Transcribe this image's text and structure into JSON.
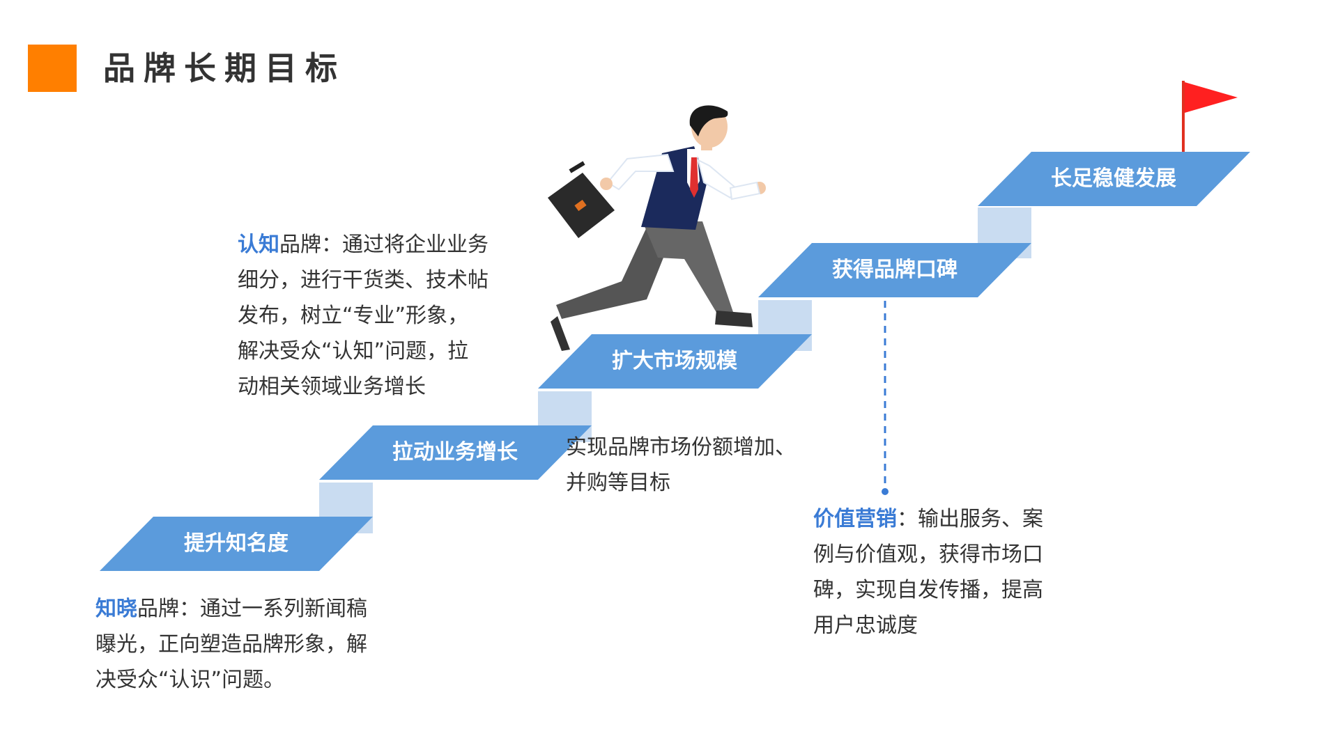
{
  "title": "品牌长期目标",
  "colors": {
    "accent": "#FF7F00",
    "step_top": "#5B9BDC",
    "step_riser": "#C9DCF1",
    "keyword": "#3A7BD5",
    "flag": "#FF2020"
  },
  "steps": [
    {
      "label": "提升知名度"
    },
    {
      "label": "拉动业务增长"
    },
    {
      "label": "扩大市场规模"
    },
    {
      "label": "获得品牌口碑"
    },
    {
      "label": "长足稳健发展"
    }
  ],
  "descriptions": {
    "zhixiao": {
      "keyword": "知晓",
      "lines": [
        "品牌：通过一系列新闻稿",
        "曝光，正向塑造品牌形象，解",
        "决受众“认识”问题。"
      ]
    },
    "renzhi": {
      "keyword": "认知",
      "lines": [
        "品牌：通过将企业业务",
        "细分，进行干货类、技术帖",
        "发布，树立“专业”形象，",
        "解决受众“认知”问题，拉",
        "动相关领域业务增长"
      ]
    },
    "market": {
      "lines": [
        "实现品牌市场份额增加、",
        "并购等目标"
      ]
    },
    "value": {
      "keyword": "价值营销",
      "lines": [
        "：输出服务、案",
        "例与价值观，获得市场口",
        "碑，实现自发传播，提高",
        "用户忠诚度"
      ]
    }
  }
}
